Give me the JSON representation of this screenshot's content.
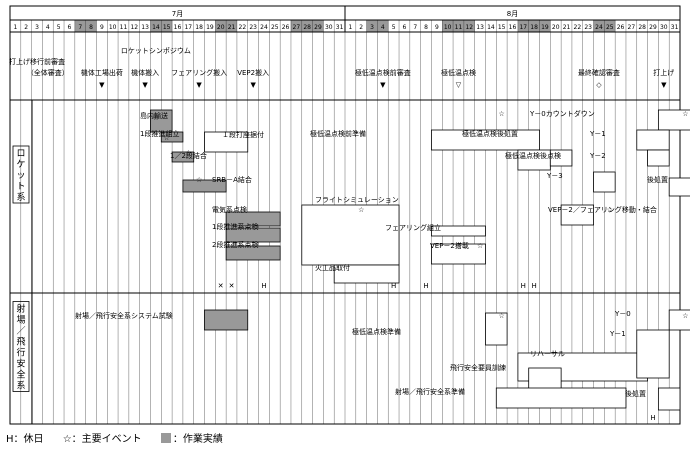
{
  "chart_data": {
    "type": "gantt",
    "months": [
      {
        "label": "7月",
        "days": 31,
        "holidays": [
          7,
          8,
          14,
          15,
          20,
          21,
          27,
          28,
          29
        ]
      },
      {
        "label": "8月",
        "days": 31,
        "holidays": [
          3,
          4,
          10,
          11,
          12,
          17,
          18,
          19,
          24,
          25
        ]
      }
    ],
    "sections": [
      {
        "label": "ロケット系"
      },
      {
        "label": "射場／飛行安全系"
      }
    ],
    "events": [
      {
        "text": "ロケットシンポジウム",
        "day": 14
      },
      {
        "text": "打上げ移行前審査",
        "day": 3
      },
      {
        "text": "（全体審査）",
        "day": 4
      },
      {
        "text": "機体工場出荷",
        "day": 9
      },
      {
        "text": "機体搬入",
        "day": 13
      },
      {
        "text": "フェアリング搬入",
        "day": 18
      },
      {
        "text": "VEP2搬入",
        "day": 23
      },
      {
        "text": "極低温点検前審査",
        "day": 35
      },
      {
        "text": "極低温点検",
        "day": 42
      },
      {
        "text": "最終確認審査",
        "day": 55
      },
      {
        "text": "打上げ",
        "day": 61
      }
    ],
    "tasks": [
      {
        "label": "島内輸送",
        "section": 0
      },
      {
        "label": "1段推進組立",
        "section": 0
      },
      {
        "label": "１段打座据付",
        "section": 0
      },
      {
        "label": "1／2段結合",
        "section": 0
      },
      {
        "label": "SRB－A結合",
        "section": 0
      },
      {
        "label": "電気系点検",
        "section": 0
      },
      {
        "label": "1段推進系点検",
        "section": 0
      },
      {
        "label": "2段推進系点検",
        "section": 0
      },
      {
        "label": "フライトシミュレーション",
        "section": 0
      },
      {
        "label": "火工品取付",
        "section": 0
      },
      {
        "label": "フェアリング組立",
        "section": 0
      },
      {
        "label": "VEP－2搭載",
        "section": 0
      },
      {
        "label": "極低温点検前準備",
        "section": 0
      },
      {
        "label": "極低温点検後処置",
        "section": 0
      },
      {
        "label": "極低温点検後点検",
        "section": 0
      },
      {
        "label": "Y－0カウントダウン",
        "section": 0
      },
      {
        "label": "Y－1",
        "section": 0
      },
      {
        "label": "Y－2",
        "section": 0
      },
      {
        "label": "Y－3",
        "section": 0
      },
      {
        "label": "VEP－2／フェアリング移動・結合",
        "section": 0
      },
      {
        "label": "後処置",
        "section": 0
      },
      {
        "label": "射場／飛行安全系システム試験",
        "section": 1
      },
      {
        "label": "極低温点検準備",
        "section": 1
      },
      {
        "label": "リハーサル",
        "section": 1
      },
      {
        "label": "飛行安全要員訓練",
        "section": 1
      },
      {
        "label": "射場／飛行安全系準備",
        "section": 1
      },
      {
        "label": "Y－0",
        "section": 1
      },
      {
        "label": "Y－1",
        "section": 1
      },
      {
        "label": "後処置",
        "section": 1
      }
    ],
    "legend": {
      "holiday": "H：休日",
      "event": "☆：主要イベント",
      "actual": "：作業実績"
    },
    "marks": {
      "holiday": "H",
      "star": "☆",
      "cancel": "✕",
      "triangle": "▽",
      "diamond": "◇"
    }
  }
}
